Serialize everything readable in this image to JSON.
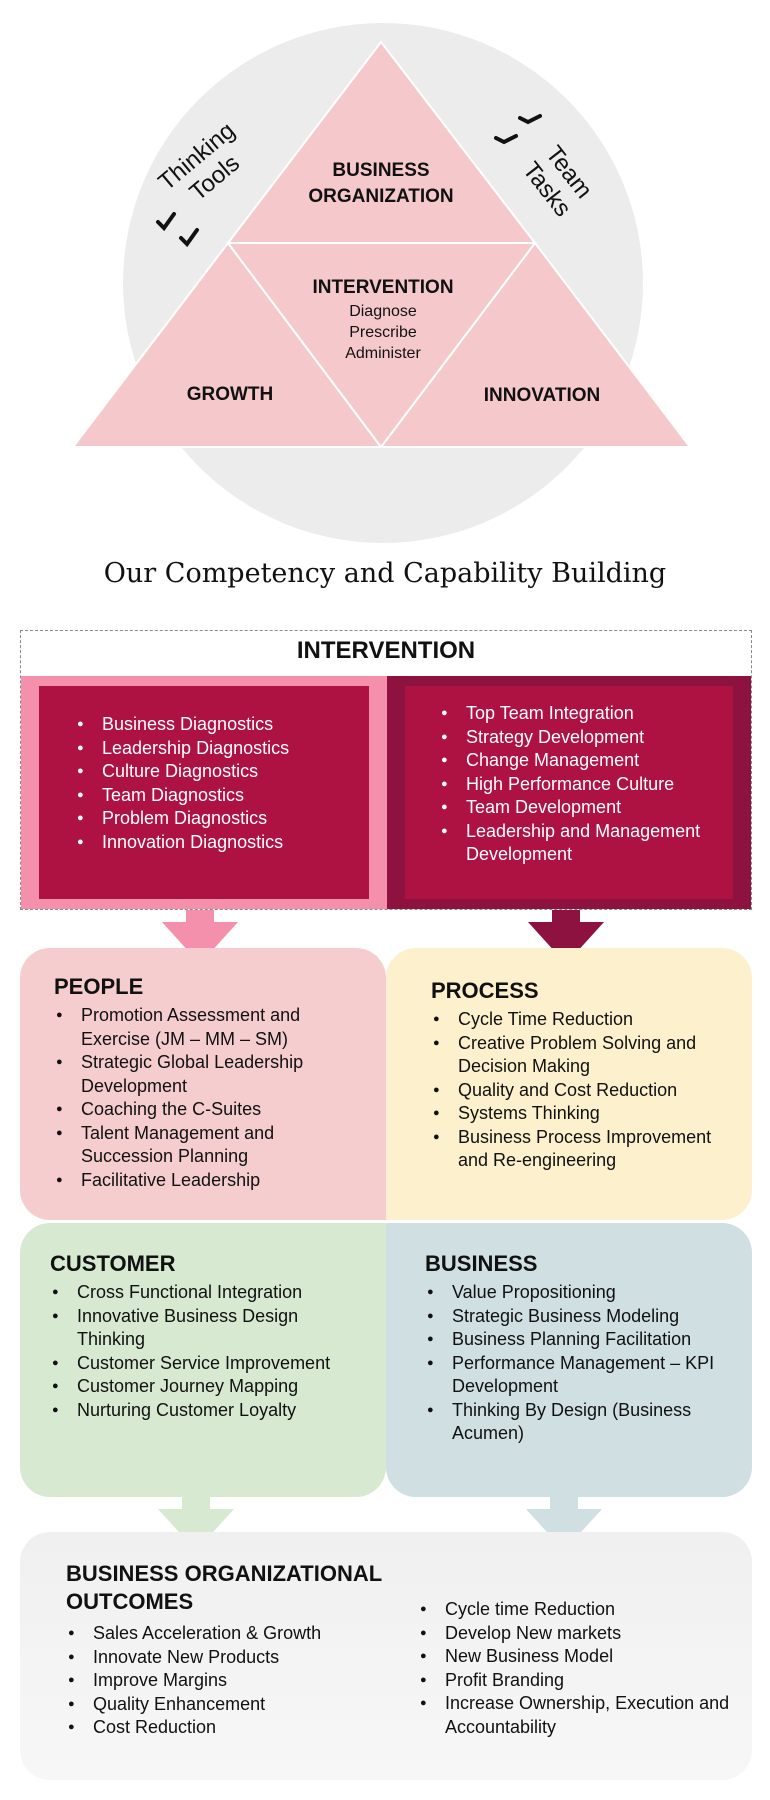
{
  "diagram": {
    "triangle": {
      "top": [
        "BUSINESS",
        "ORGANIZATION"
      ],
      "center_title": "INTERVENTION",
      "center_lines": [
        "Diagnose",
        "Prescribe",
        "Administer"
      ],
      "left": "GROWTH",
      "right": "INNOVATION"
    },
    "left_arc_label": [
      "Thinking",
      "Tools"
    ],
    "right_arc_label": [
      "Team",
      "Tasks"
    ]
  },
  "title": "Our Competency and Capability Building",
  "intervention": {
    "title": "INTERVENTION",
    "left_items": [
      "Business Diagnostics",
      "Leadership Diagnostics",
      "Culture Diagnostics",
      "Team Diagnostics",
      "Problem Diagnostics",
      "Innovation Diagnostics"
    ],
    "right_items": [
      "Top Team Integration",
      "Strategy Development",
      "Change Management",
      "High Performance Culture",
      "Team Development",
      "Leadership and Management Development"
    ]
  },
  "people": {
    "title": "PEOPLE",
    "items": [
      "Promotion Assessment and Exercise (JM – MM – SM)",
      "Strategic Global Leadership Development",
      "Coaching the C-Suites",
      "Talent Management and Succession Planning",
      "Facilitative Leadership"
    ]
  },
  "process": {
    "title": "PROCESS",
    "items": [
      "Cycle Time Reduction",
      "Creative Problem Solving and Decision Making",
      "Quality and Cost Reduction",
      "Systems Thinking",
      "Business Process Improvement and Re-engineering"
    ]
  },
  "customer": {
    "title": "CUSTOMER",
    "items": [
      "Cross Functional Integration",
      "Innovative Business Design Thinking",
      "Customer Service Improvement",
      "Customer Journey Mapping",
      "Nurturing Customer Loyalty"
    ]
  },
  "business": {
    "title": "BUSINESS",
    "items": [
      "Value Propositioning",
      "Strategic Business Modeling",
      "Business Planning Facilitation",
      "Performance Management – KPI Development",
      "Thinking By Design (Business Acumen)"
    ]
  },
  "outcomes": {
    "title": "BUSINESS ORGANIZATIONAL OUTCOMES",
    "left_items": [
      "Sales Acceleration & Growth",
      "Innovate New Products",
      "Improve Margins",
      "Quality Enhancement",
      "Cost Reduction"
    ],
    "right_items": [
      "Cycle time Reduction",
      "Develop New markets",
      "New Business Model",
      "Profit Branding",
      "Increase Ownership, Execution and Accountability"
    ]
  },
  "colors": {
    "triangle_fill": "#f5c9cc",
    "circle_fill": "#ececec",
    "intervention_left_outer": "#f48fac",
    "intervention_right_outer": "#8e1240",
    "intervention_inner": "#ad1242",
    "people_bg": "#f5cdcf",
    "process_bg": "#fdf0cc",
    "customer_bg": "#d8e9d2",
    "business_bg": "#cfdfe2"
  }
}
